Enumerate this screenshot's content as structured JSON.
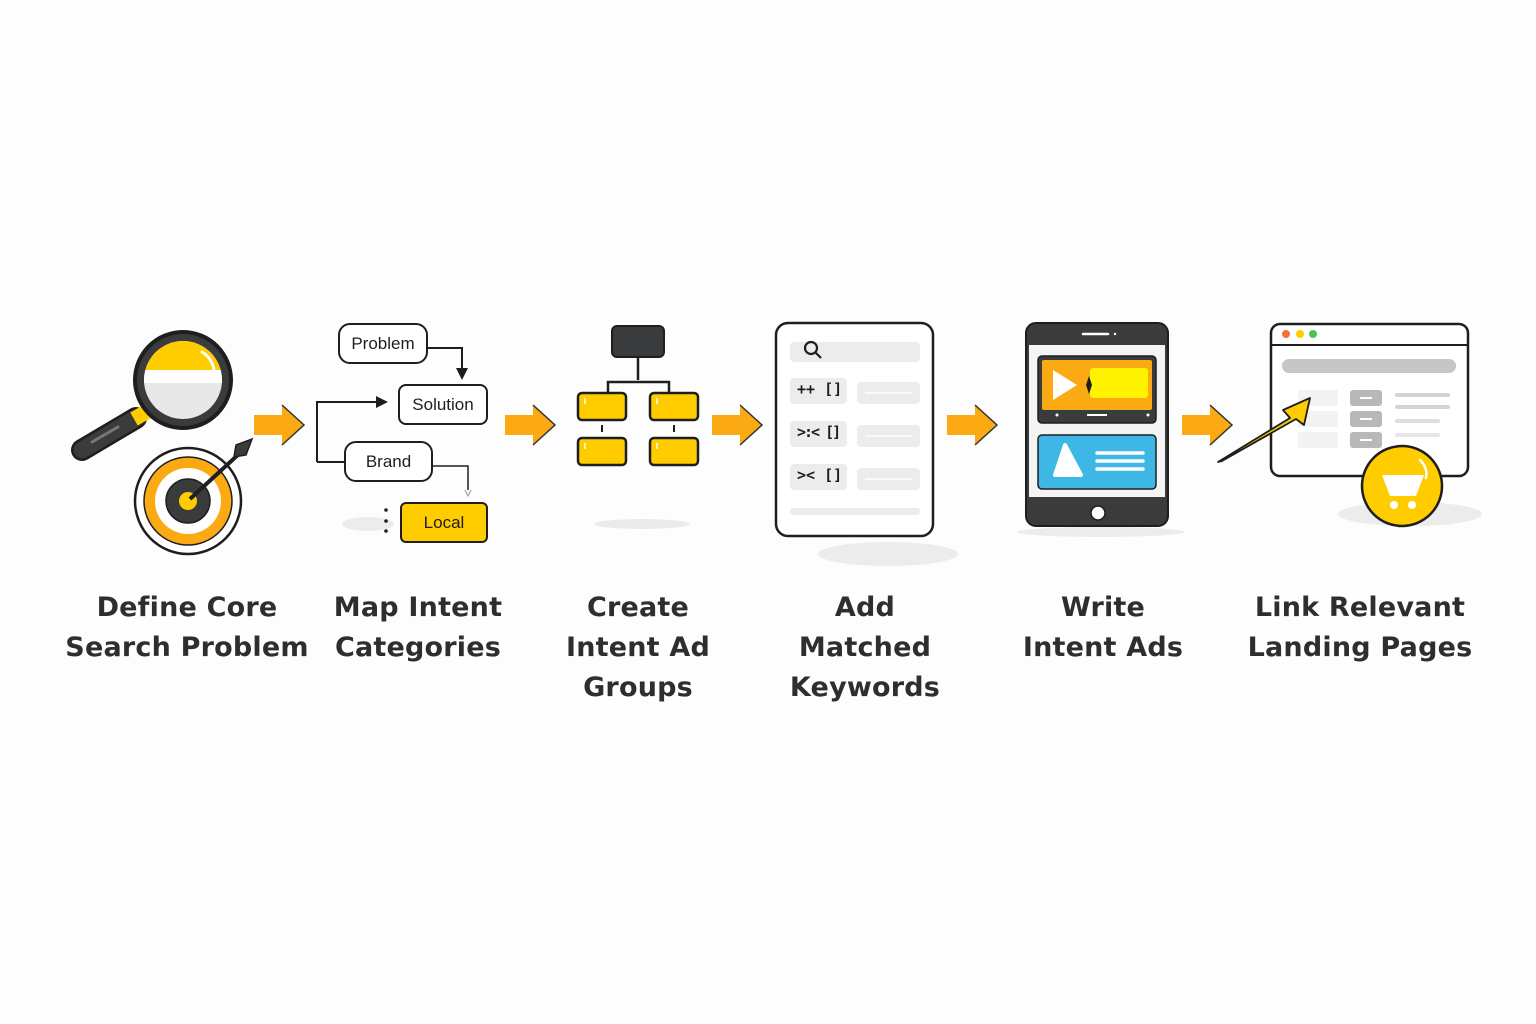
{
  "colors": {
    "accent_yellow": "#FFCC00",
    "arrow_orange": "#FBAA14",
    "dark": "#3a3b3d",
    "outline": "#1e1e1e",
    "ad_blue": "#3fb7e6",
    "gray_fill": "#e9e9e9"
  },
  "steps": [
    {
      "label": "Define Core\nSearch Problem",
      "icon": "magnifier-target-icon"
    },
    {
      "label": "Map Intent\nCategories",
      "icon": "intent-flowchart-icon",
      "nodes": [
        "Problem",
        "Solution",
        "Brand",
        "Local"
      ]
    },
    {
      "label": "Create\nIntent Ad\nGroups",
      "icon": "hierarchy-tree-icon"
    },
    {
      "label": "Add\nMatched\nKeywords",
      "icon": "keyword-list-icon",
      "match_symbols": [
        "++ []",
        ">:< []",
        ">< []"
      ]
    },
    {
      "label": "Write\nIntent Ads",
      "icon": "tablet-ads-icon"
    },
    {
      "label": "Link Relevant\nLanding Pages",
      "icon": "browser-cart-icon"
    }
  ]
}
